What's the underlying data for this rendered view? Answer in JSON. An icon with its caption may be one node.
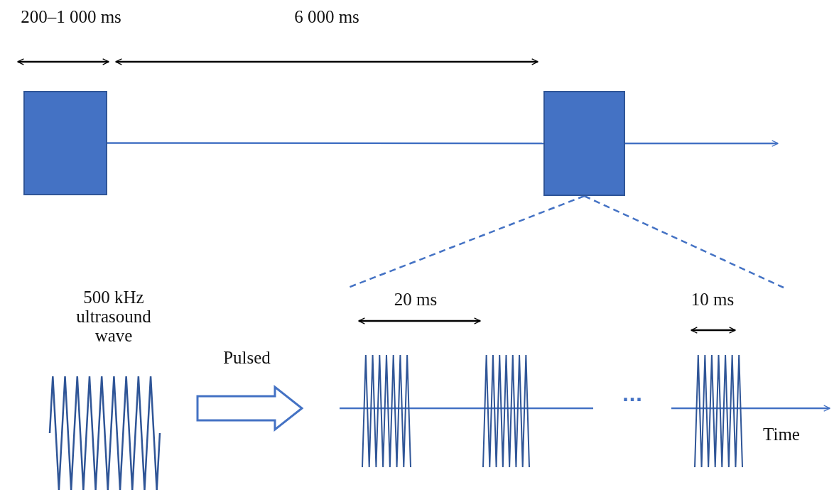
{
  "diagram": {
    "nodes": [
      {
        "text": [],
        "shape": "box"
      },
      {
        "text": [],
        "shape": "box"
      },
      {
        "text": [
          "500 kHz ultrasound wave"
        ]
      },
      {
        "text": [],
        "shape": "picture"
      }
    ],
    "edges": [
      {
        "from": 0,
        "to": 1,
        "arrow": "none"
      },
      {
        "from": 1,
        "to": null,
        "arrow": "to"
      },
      {
        "from": 1,
        "to": 3,
        "arrow": "none",
        "style": "dashed"
      },
      {
        "from": 1,
        "to": 3,
        "arrow": "none",
        "style": "dashed"
      },
      {
        "from": 2,
        "to": 3,
        "arrow": "to",
        "label": "Pulsed",
        "style": "thick"
      }
    ],
    "labels": [
      "200–1 000 ms",
      "6 000 ms",
      "20 ms",
      "10 ms",
      "···",
      "Time"
    ]
  }
}
